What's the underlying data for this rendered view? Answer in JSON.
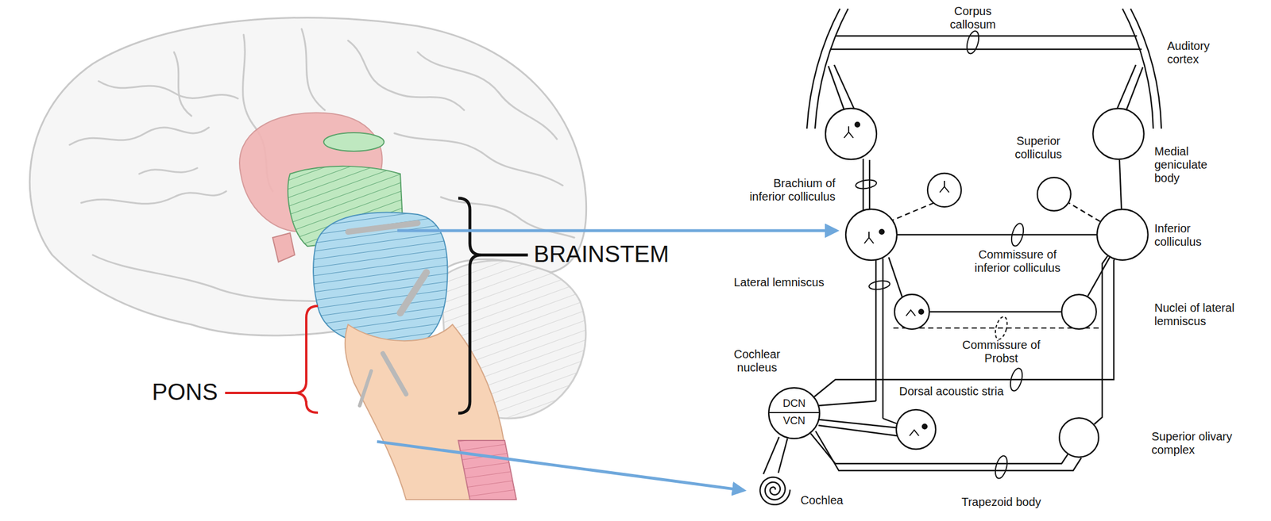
{
  "diagram": {
    "nodes": [
      {
        "text": [
          "Medial geniculate body"
        ]
      },
      {
        "text": [
          "Superior colliculus"
        ]
      },
      {
        "text": [
          "Inferior colliculus"
        ]
      },
      {
        "text": [
          "Nuclei of lateral lemniscus"
        ]
      },
      {
        "text": [
          "Cochlear nucleus",
          "DCN",
          "VCN"
        ]
      },
      {
        "text": [
          "Superior olivary complex"
        ]
      },
      {
        "text": [
          "Cochlea"
        ]
      }
    ],
    "edges": [
      {
        "from": 6,
        "to": 4,
        "arrow": "none"
      },
      {
        "from": 4,
        "to": 5,
        "arrow": "none"
      },
      {
        "from": 4,
        "to": 2,
        "arrow": "none"
      },
      {
        "from": 5,
        "to": 2,
        "arrow": "none"
      },
      {
        "from": 3,
        "to": 2,
        "arrow": "none"
      },
      {
        "from": 2,
        "to": 0,
        "arrow": "none"
      },
      {
        "from": 2,
        "to": 1,
        "arrow": "none"
      }
    ],
    "labels": [
      "Corpus callosum",
      "Auditory cortex",
      "Brachium of inferior colliculus",
      "Commissure of inferior colliculus",
      "Lateral lemniscus",
      "Commissure of Probst",
      "Dorsal acoustic stria",
      "Trapezoid body",
      "PONS",
      "BRAINSTEM"
    ]
  }
}
